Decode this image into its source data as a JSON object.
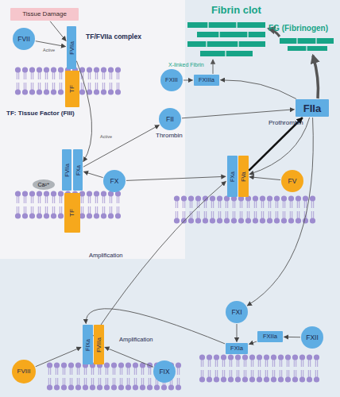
{
  "diagram": {
    "nodes": [
      {
        "text": [
          "Tissue Damage"
        ]
      },
      {
        "text": [
          "FVII"
        ]
      },
      {
        "text": [
          "FVIIa"
        ]
      },
      {
        "text": [
          "TF"
        ]
      },
      {
        "text": [
          "FVIIa"
        ]
      },
      {
        "text": [
          "FXa"
        ]
      },
      {
        "text": [
          "TF"
        ]
      },
      {
        "text": [
          "Ca²⁺"
        ]
      },
      {
        "text": [
          "FX"
        ]
      },
      {
        "text": [
          "FII"
        ]
      },
      {
        "text": [
          "FXIII"
        ]
      },
      {
        "text": [
          "FXIIIa"
        ]
      },
      {
        "text": [
          "FIIa"
        ]
      },
      {
        "text": [
          "FXa"
        ]
      },
      {
        "text": [
          "FVa"
        ]
      },
      {
        "text": [
          "FV"
        ]
      },
      {
        "text": [
          "FXI"
        ]
      },
      {
        "text": [
          "FXIIa"
        ]
      },
      {
        "text": [
          "FXII"
        ]
      },
      {
        "text": [
          "FXIa"
        ]
      },
      {
        "text": [
          "FVIII"
        ]
      },
      {
        "text": [
          "FIXa"
        ]
      },
      {
        "text": [
          "FVIIIa"
        ]
      },
      {
        "text": [
          "FIX"
        ]
      }
    ],
    "edges": [
      {
        "from": 0,
        "to": 2,
        "arrow": "to"
      },
      {
        "from": 1,
        "to": 2,
        "arrow": "to"
      },
      {
        "from": 2,
        "to": 5,
        "arrow": "to"
      },
      {
        "from": 5,
        "to": 9,
        "arrow": "to"
      },
      {
        "from": 8,
        "to": 5,
        "arrow": "to"
      },
      {
        "from": 8,
        "to": 13,
        "arrow": "to"
      },
      {
        "from": 15,
        "to": 14,
        "arrow": "to"
      },
      {
        "from": 9,
        "to": 12,
        "arrow": "to"
      },
      {
        "from": 14,
        "to": 12,
        "arrow": "to"
      },
      {
        "from": 12,
        "to": 14,
        "arrow": "to"
      },
      {
        "from": 12,
        "to": 16,
        "arrow": "to"
      },
      {
        "from": 12,
        "to": 11,
        "arrow": "to"
      },
      {
        "from": 10,
        "to": 11,
        "arrow": "to"
      },
      {
        "from": 18,
        "to": 17,
        "arrow": "to"
      },
      {
        "from": 17,
        "to": 19,
        "arrow": "to"
      },
      {
        "from": 16,
        "to": 19,
        "arrow": "to"
      },
      {
        "from": 19,
        "to": 21,
        "arrow": "to"
      },
      {
        "from": 20,
        "to": 21,
        "arrow": "to"
      },
      {
        "from": 23,
        "to": 22,
        "arrow": "to"
      },
      {
        "from": 21,
        "to": 13,
        "arrow": "to"
      }
    ],
    "labels": [
      "TF/FVIIa complex",
      "TF: Tissue Factor (FIII)",
      "Active",
      "Active",
      "Thrombin",
      "Fibrin clot",
      "FG (Fibrinogen)",
      "X-linked Fibrin",
      "Prothrombin",
      "Amplification",
      "Amplification"
    ]
  }
}
